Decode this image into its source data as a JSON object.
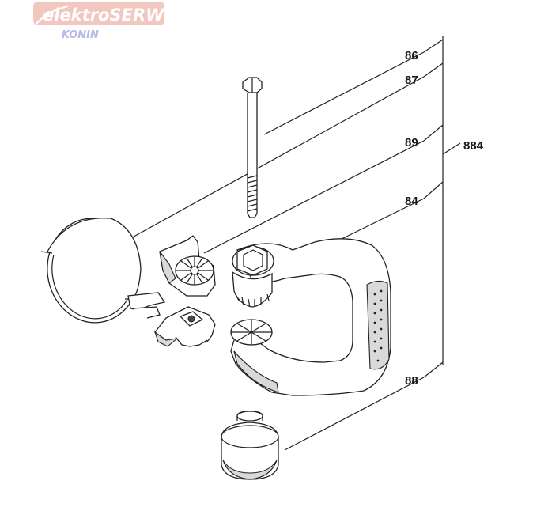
{
  "logo": {
    "brand": "elektroSERW",
    "city": "KONIN",
    "bg_color": "#f2c7c0",
    "text_color": "#ffffff",
    "city_color": "#b8b8e6"
  },
  "labels": {
    "p86": "86",
    "p87": "87",
    "p89": "89",
    "p84": "84",
    "p88": "88",
    "p884": "884"
  }
}
